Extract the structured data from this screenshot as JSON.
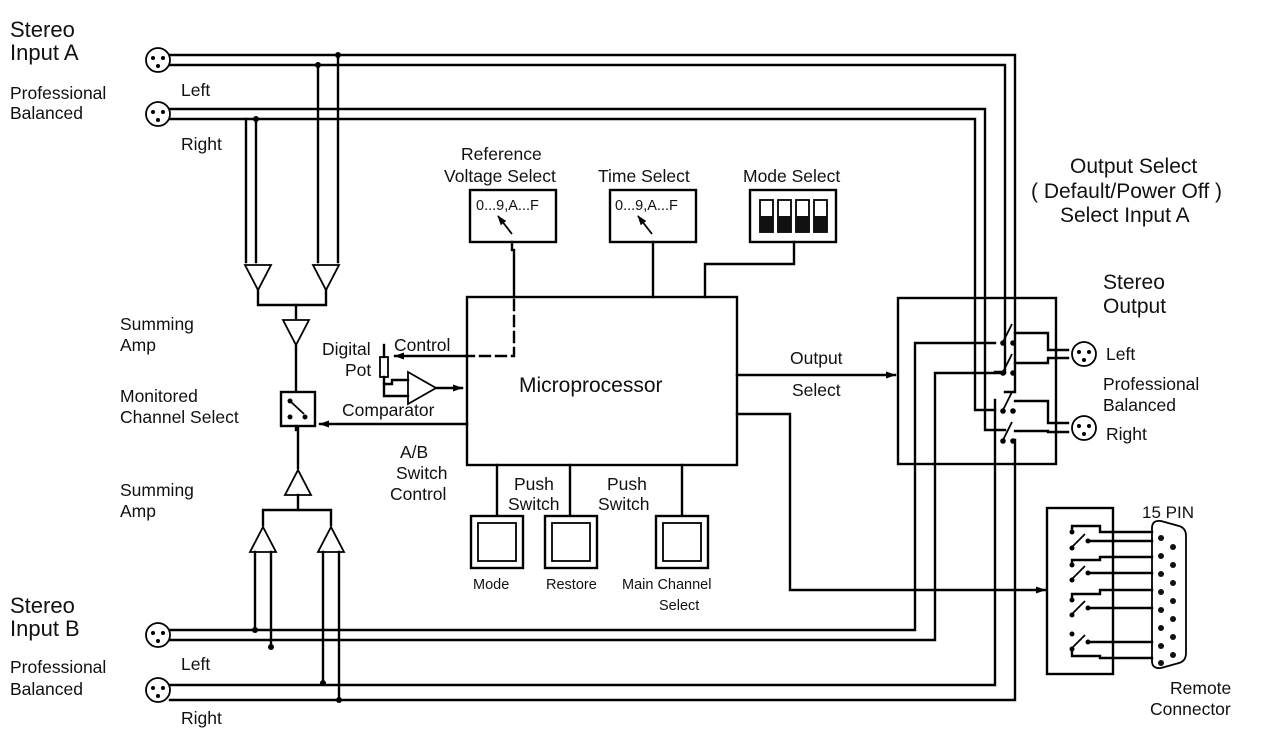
{
  "input_a": {
    "title_1": "Stereo",
    "title_2": "Input A",
    "pro_1": "Professional",
    "pro_2": "Balanced",
    "left": "Left",
    "right": "Right"
  },
  "input_b": {
    "title_1": "Stereo",
    "title_2": "Input B",
    "pro_1": "Professional",
    "pro_2": "Balanced",
    "left": "Left",
    "right": "Right"
  },
  "summing_top": {
    "line_1": "Summing",
    "line_2": "Amp"
  },
  "summing_bottom": {
    "line_1": "Summing",
    "line_2": "Amp"
  },
  "monitor": {
    "line_1": "Monitored",
    "line_2": "Channel Select"
  },
  "digital_pot": {
    "line_1": "Digital",
    "line_2": "Pot"
  },
  "control_label": "Control",
  "comparator_label": "Comparator",
  "ab_switch": {
    "line_1": "A/B",
    "line_2": "Switch",
    "line_3": "Control"
  },
  "microprocessor_label": "Microprocessor",
  "ref_voltage": {
    "line_1": "Reference",
    "line_2": "Voltage Select",
    "dial": "0...9,A...F"
  },
  "time_select": {
    "label": "Time  Select",
    "dial": "0...9,A...F"
  },
  "mode_select": {
    "label": "Mode Select"
  },
  "output_select_note": {
    "line_1": "Output Select",
    "line_2": "( Default/Power Off )",
    "line_3": "Select Input A"
  },
  "output_select_signal": {
    "line_1": "Output",
    "line_2": "Select"
  },
  "stereo_output": {
    "line_1": "Stereo",
    "line_2": "Output",
    "left": "Left",
    "pro_1": "Professional",
    "pro_2": "Balanced",
    "right": "Right"
  },
  "push_switch_1": {
    "line_1": "Push",
    "line_2": "Switch"
  },
  "push_switch_2": {
    "line_1": "Push",
    "line_2": "Switch"
  },
  "buttons": {
    "mode": "Mode",
    "restore": "Restore",
    "main_1": "Main Channel",
    "main_2": "Select"
  },
  "remote": {
    "pins": "15 PIN",
    "line_1": "Remote",
    "line_2": "Connector"
  }
}
